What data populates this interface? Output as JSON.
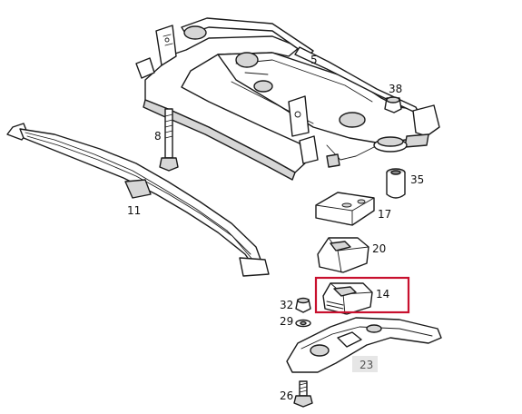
{
  "parts": {
    "p5": "5",
    "p8": "8",
    "p11": "11",
    "p14": "14",
    "p17": "17",
    "p20": "20",
    "p23": "23",
    "p26": "26",
    "p29": "29",
    "p32": "32",
    "p35": "35",
    "p38": "38"
  },
  "highlight": {
    "part": "14",
    "color": "#c8102e"
  },
  "colors": {
    "line": "#1a1a1a",
    "label_box_23": "#e6e6e6"
  }
}
